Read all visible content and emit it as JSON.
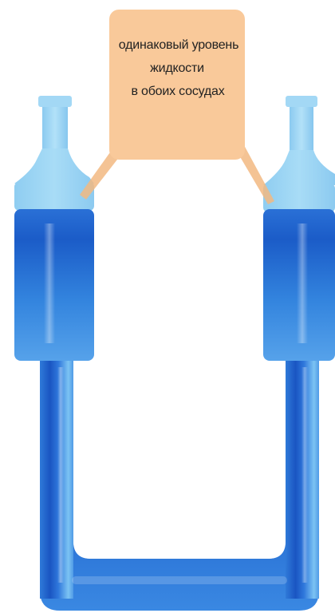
{
  "callout": {
    "line1": "одинаковый уровень",
    "line2": "жидкости",
    "line3": "в обоих сосудах"
  },
  "colors": {
    "callout_fill": "#f9c99a",
    "callout_pointer": "#f2b981",
    "glass_light": "#9ad4f3",
    "liquid_dark": "#1f63c9",
    "liquid_mid": "#3f8ee4",
    "liquid_light": "#7cc0ef",
    "background": "#ffffff"
  },
  "vessels": {
    "left_name": "left-vessel",
    "right_name": "right-vessel",
    "liquid_level_equal": true
  }
}
